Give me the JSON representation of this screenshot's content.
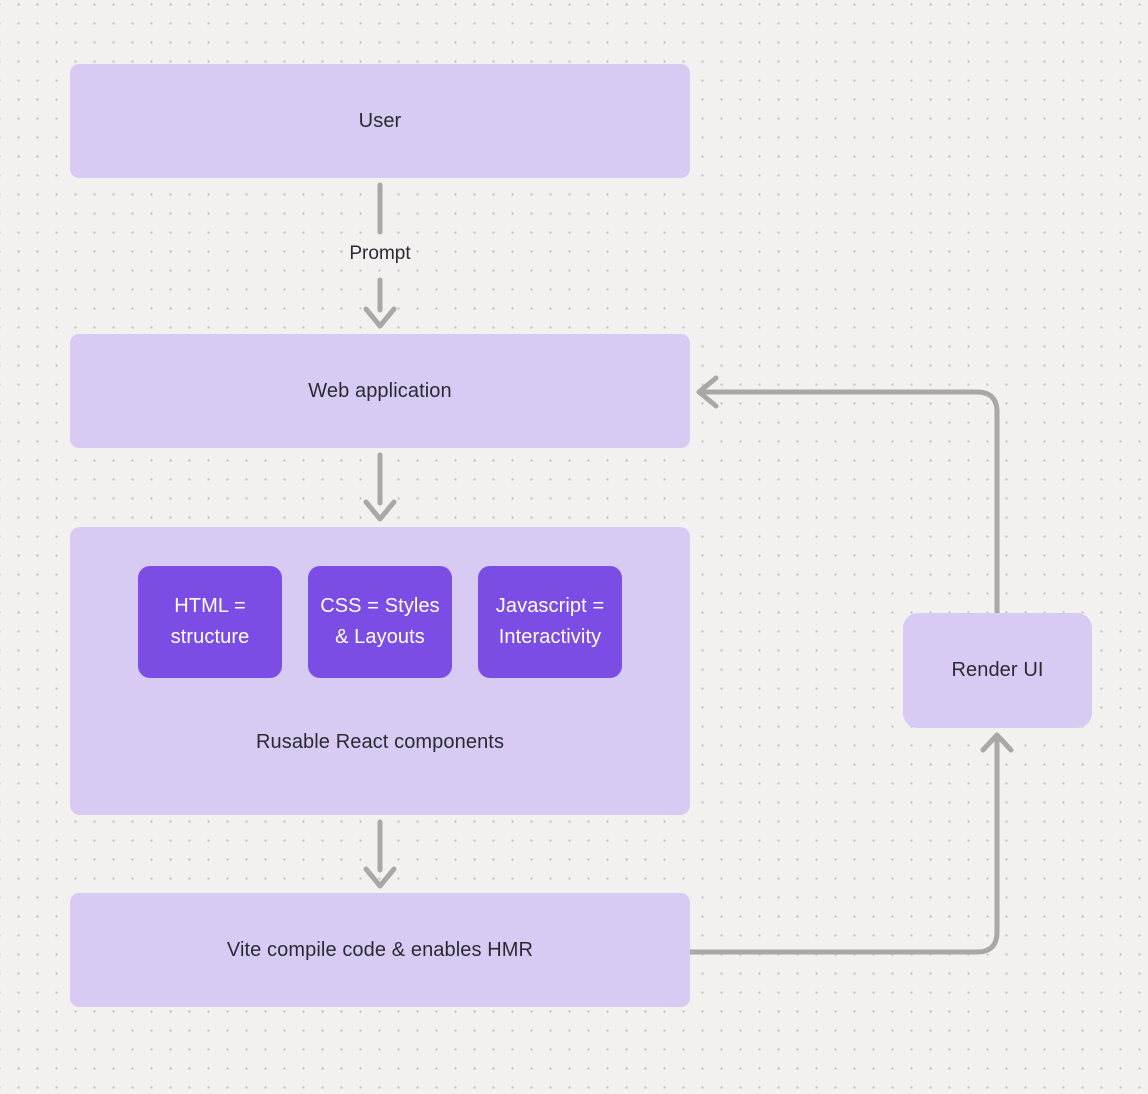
{
  "diagram": {
    "nodes": {
      "user": {
        "label": "User"
      },
      "web_application": {
        "label": "Web application"
      },
      "components_group": {
        "children": [
          {
            "label": "HTML = structure"
          },
          {
            "label": "CSS = Styles & Layouts"
          },
          {
            "label": "Javascript = Interactivity"
          }
        ],
        "caption": "Rusable React components"
      },
      "vite": {
        "label": "Vite compile code & enables HMR"
      },
      "render_ui": {
        "label": "Render UI"
      }
    },
    "edge_labels": {
      "prompt": "Prompt"
    }
  },
  "colors": {
    "background": "#f2f1ef",
    "dot": "#c6c4c1",
    "node_fill": "#d7cbf4",
    "accent_fill": "#7b4de4",
    "accent_text": "#ffffff",
    "label_text": "#2c2933",
    "arrow": "#a9a8a6"
  }
}
